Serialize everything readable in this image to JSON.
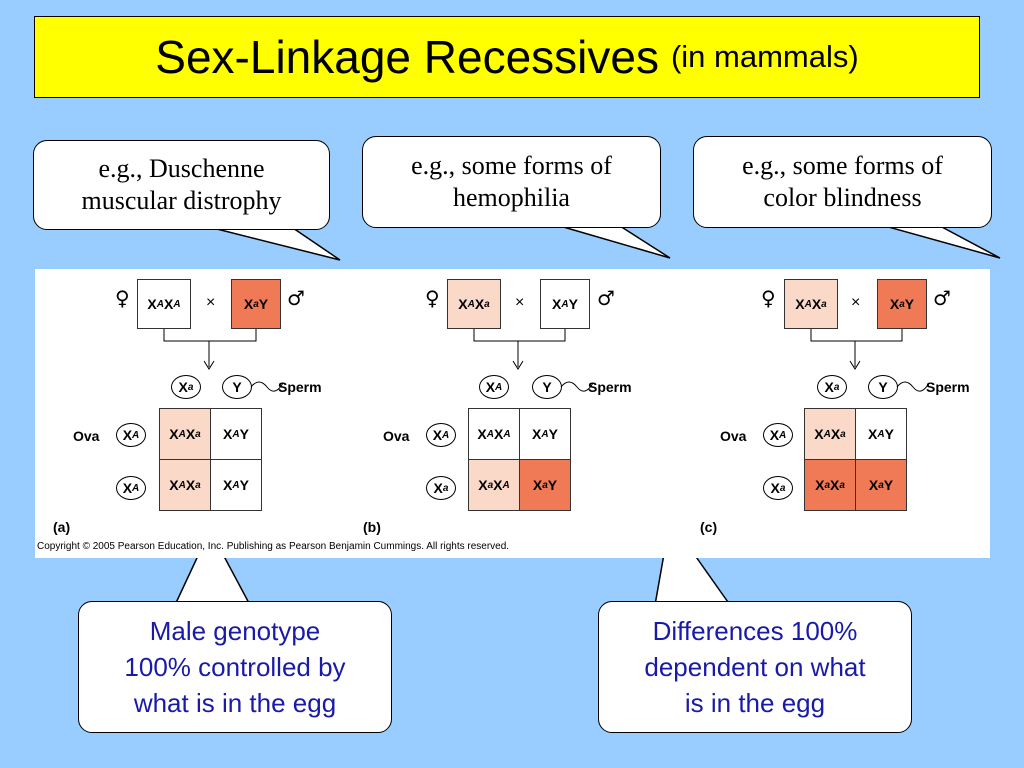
{
  "title": {
    "main": "Sex-Linkage Recessives",
    "sub": "(in mammals)"
  },
  "bubbles": {
    "top_left": [
      "e.g., Duschenne",
      "muscular distrophy"
    ],
    "top_middle": [
      "e.g., some forms of",
      "hemophilia"
    ],
    "top_right": [
      "e.g., some forms of",
      "color blindness"
    ],
    "bottom_left": [
      "Male genotype",
      "100% controlled by",
      "what is in the egg"
    ],
    "bottom_right": [
      "Differences 100%",
      "dependent on what",
      "is in the egg"
    ]
  },
  "figure": {
    "female_symbol": "♀",
    "male_symbol": "♂",
    "cross": "×",
    "sperm_label": "Sperm",
    "ova_label": "Ova",
    "panels": [
      {
        "label": "(a)",
        "mother": [
          "A",
          "A"
        ],
        "father": "a",
        "sperm": [
          "a",
          "Y"
        ],
        "ova": [
          "A",
          "A"
        ],
        "shades": [
          "light",
          "white",
          "light",
          "white"
        ]
      },
      {
        "label": "(b)",
        "mother": [
          "A",
          "a"
        ],
        "father": "A",
        "sperm": [
          "A",
          "Y"
        ],
        "ova": [
          "A",
          "a"
        ],
        "shades": [
          "white",
          "white",
          "light",
          "dark"
        ]
      },
      {
        "label": "(c)",
        "mother": [
          "A",
          "a"
        ],
        "father": "a",
        "sperm": [
          "a",
          "Y"
        ],
        "ova": [
          "A",
          "a"
        ],
        "shades": [
          "light",
          "white",
          "dark",
          "dark"
        ]
      }
    ],
    "copyright": "Copyright © 2005 Pearson Education, Inc. Publishing as Pearson Benjamin Cummings. All rights reserved."
  }
}
